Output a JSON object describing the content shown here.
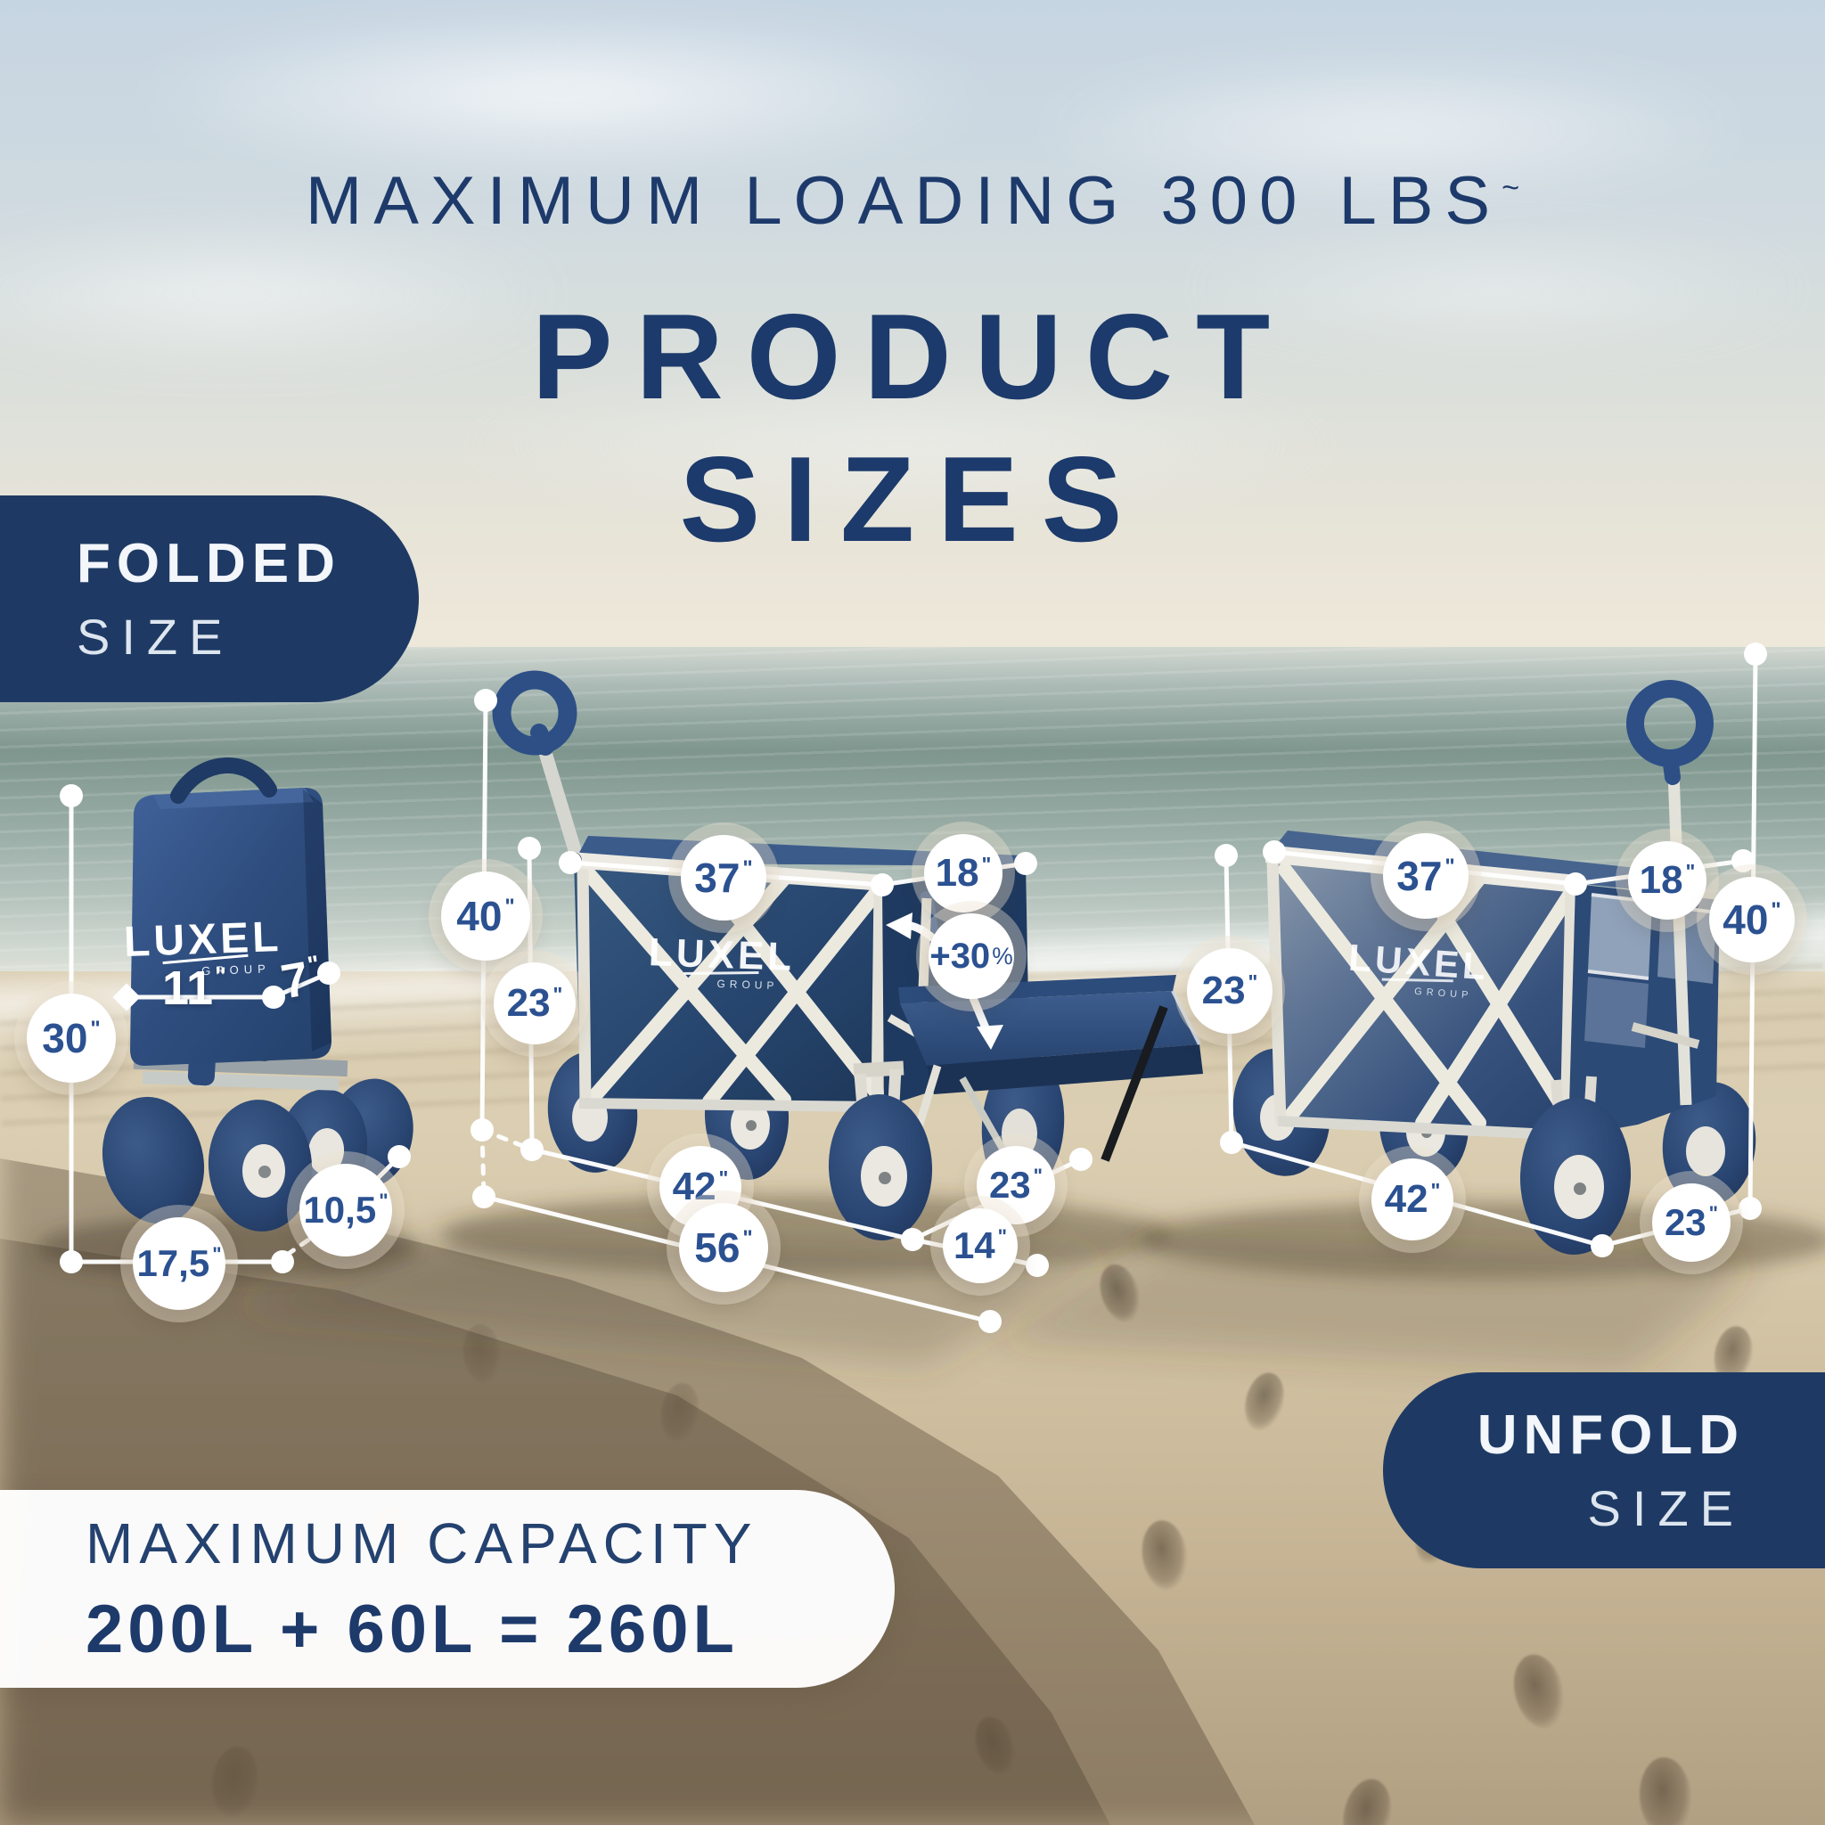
{
  "header": {
    "tagline": "MAXIMUM LOADING 300 LBS",
    "tagline_mark": "~",
    "title_line1": "PRODUCT",
    "title_line2": "SIZES"
  },
  "badge_folded": {
    "title": "FOLDED",
    "subtitle": "SIZE"
  },
  "badge_unfold": {
    "title": "UNFOLD",
    "subtitle": "SIZE"
  },
  "capacity": {
    "title": "MAXIMUM CAPACITY",
    "formula": "200L + 60L = 260L"
  },
  "brand": {
    "name": "LUXEL",
    "subname": "GROUP"
  },
  "colors": {
    "badge_navy": "#1e3a64",
    "title_blue": "#1d3a6b",
    "dimension_blue": "#2b5191",
    "line_white": "#ffffff"
  },
  "measurements": {
    "folded": {
      "height": {
        "value": "30",
        "unit": "\""
      },
      "width": {
        "value": "11",
        "unit": "\""
      },
      "depth": {
        "value": "7",
        "unit": "\""
      },
      "wheel_diameter": {
        "value": "10,5",
        "unit": "\""
      },
      "base_length": {
        "value": "17,5",
        "unit": "\""
      }
    },
    "wagon_middle": {
      "handle_height": {
        "value": "40",
        "unit": "\""
      },
      "bed_height": {
        "value": "23",
        "unit": "\""
      },
      "bed_length": {
        "value": "37",
        "unit": "\""
      },
      "bed_width": {
        "value": "18",
        "unit": "\""
      },
      "extra_capacity": {
        "value": "+30",
        "unit": "%"
      },
      "wheelbase": {
        "value": "42",
        "unit": "\""
      },
      "total_length": {
        "value": "56",
        "unit": "\""
      },
      "track_width": {
        "value": "23",
        "unit": "\""
      },
      "tailgate": {
        "value": "14",
        "unit": "\""
      }
    },
    "wagon_unfolded": {
      "bed_height": {
        "value": "23",
        "unit": "\""
      },
      "bed_length": {
        "value": "37",
        "unit": "\""
      },
      "bed_width": {
        "value": "18",
        "unit": "\""
      },
      "handle_height": {
        "value": "40",
        "unit": "\""
      },
      "wheelbase": {
        "value": "42",
        "unit": "\""
      },
      "track_width": {
        "value": "23",
        "unit": "\""
      }
    }
  }
}
